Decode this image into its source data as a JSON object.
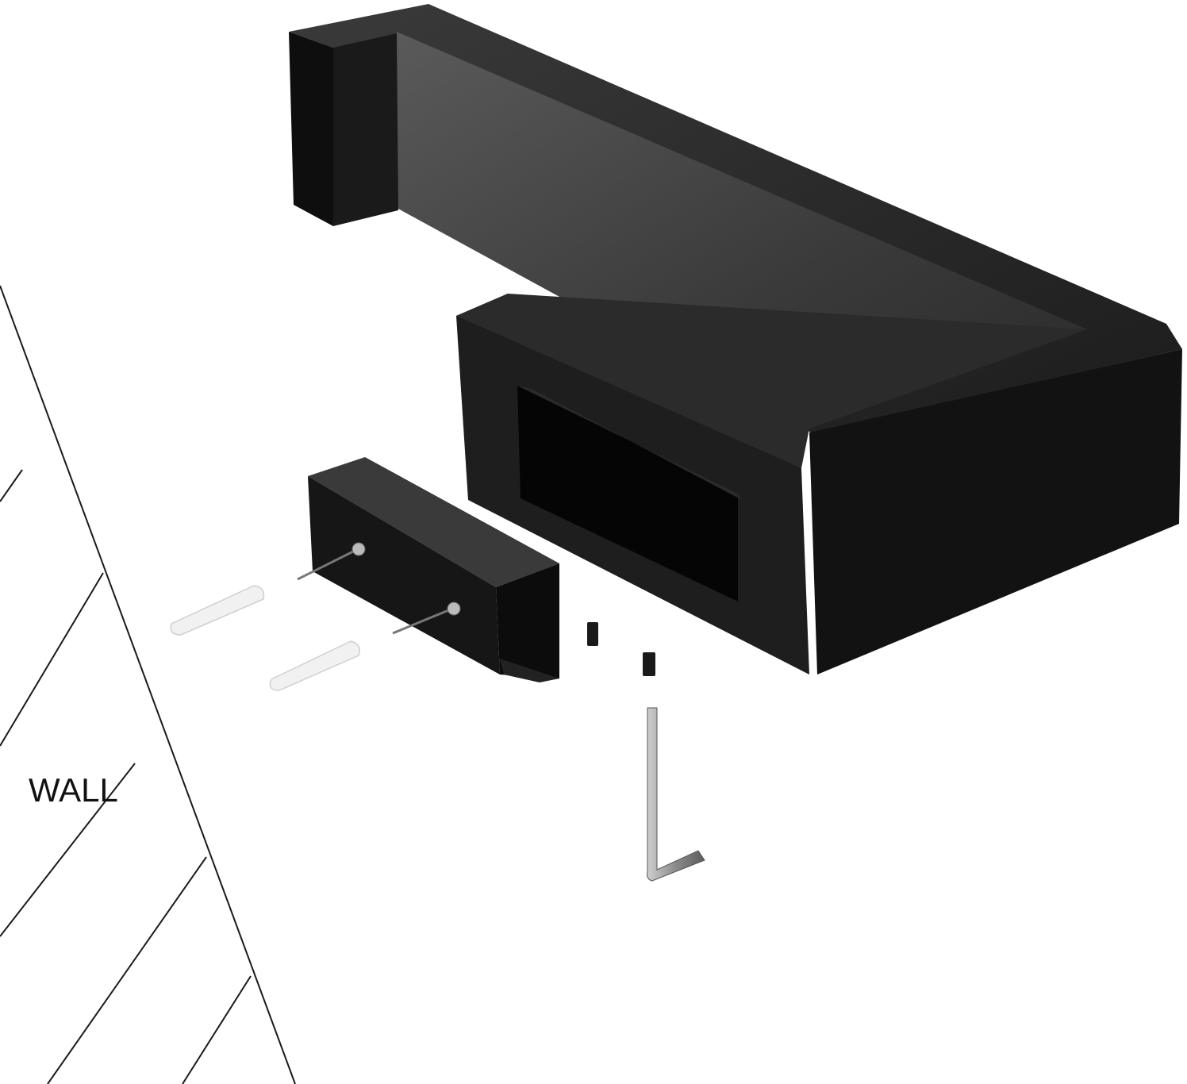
{
  "labels": {
    "wall": "WALL"
  },
  "colors": {
    "background": "#ffffff",
    "hardware_black": "#111111",
    "hardware_face": "#2a2a2a",
    "hardware_highlight": "#555555",
    "anchor_plastic": "#eeeeee",
    "hex_key_steel": "#9a9a9a",
    "wall_lines": "#1a1a1a"
  },
  "parts": [
    {
      "name": "toilet-paper-holder-arm",
      "description_visible": false
    },
    {
      "name": "mounting-bracket"
    },
    {
      "name": "wood-screw",
      "count": 2
    },
    {
      "name": "wall-anchor",
      "count": 2
    },
    {
      "name": "set-screw",
      "count": 2
    },
    {
      "name": "hex-key",
      "count": 1
    }
  ]
}
